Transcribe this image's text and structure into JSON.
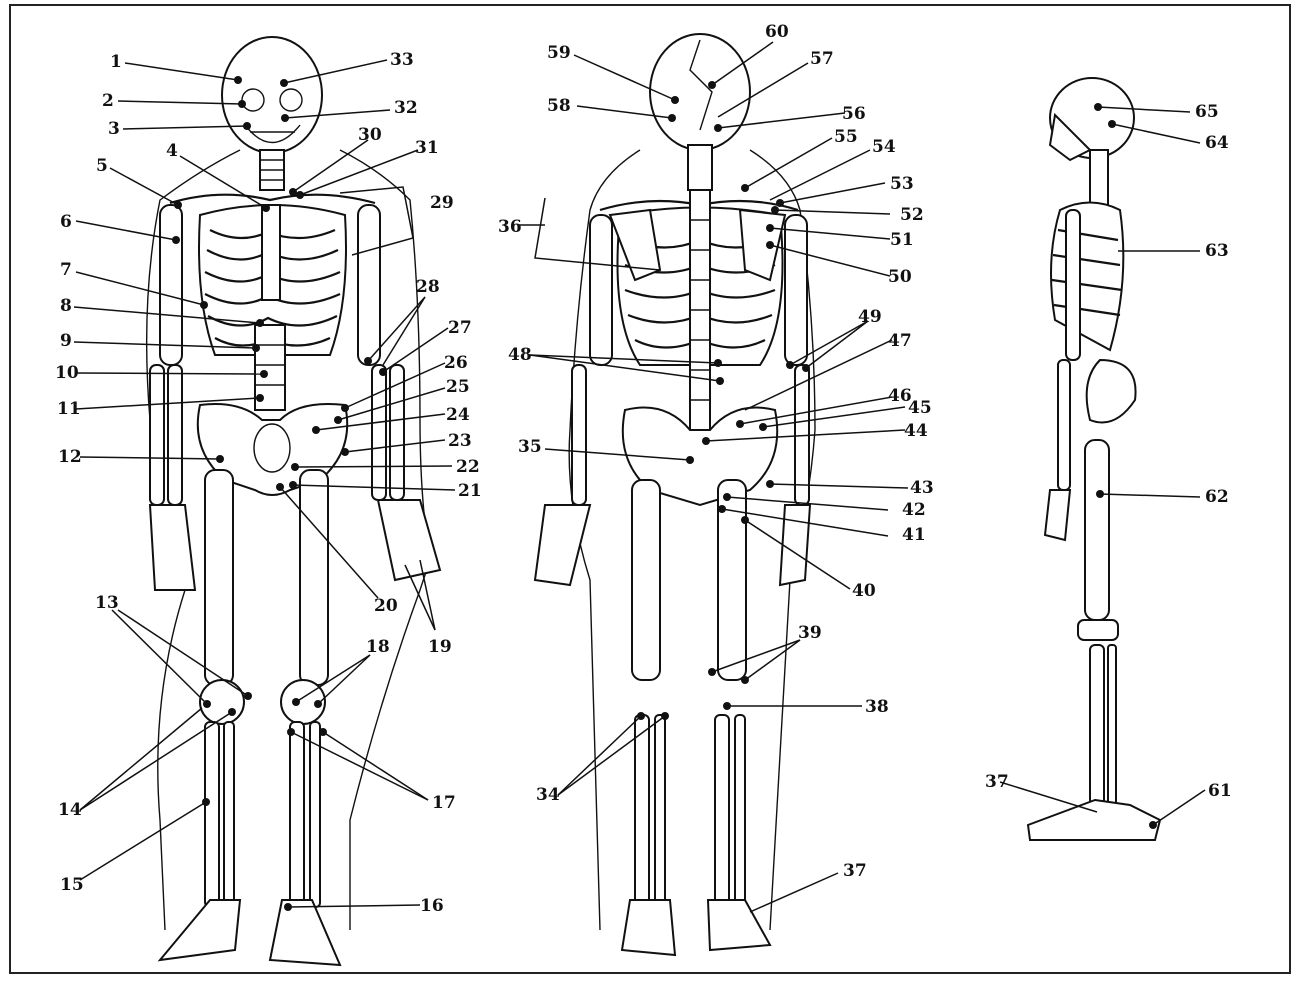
{
  "labels": {
    "front": [
      "1",
      "2",
      "3",
      "4",
      "5",
      "6",
      "7",
      "8",
      "9",
      "10",
      "11",
      "12",
      "13",
      "14",
      "15",
      "16",
      "17",
      "18",
      "19",
      "20",
      "21",
      "22",
      "23",
      "24",
      "25",
      "26",
      "27",
      "28",
      "29",
      "30",
      "31",
      "32",
      "33"
    ],
    "back": [
      "34",
      "35",
      "36",
      "37",
      "38",
      "39",
      "40",
      "41",
      "42",
      "43",
      "44",
      "45",
      "46",
      "47",
      "48",
      "49",
      "50",
      "51",
      "52",
      "53",
      "54",
      "55",
      "56",
      "57",
      "58",
      "59",
      "60"
    ],
    "side": [
      "37",
      "61",
      "62",
      "63",
      "64",
      "65"
    ]
  }
}
